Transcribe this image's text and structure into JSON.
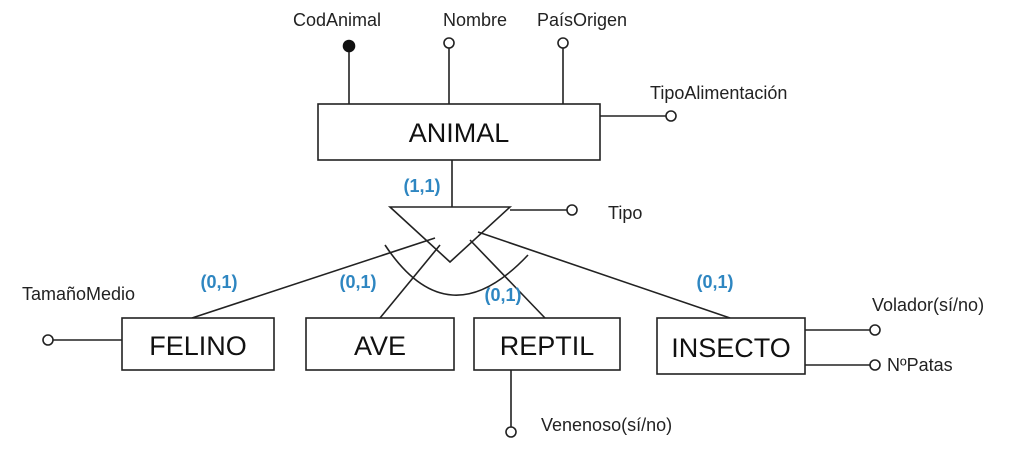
{
  "entities": {
    "animal": "ANIMAL",
    "felino": "FELINO",
    "ave": "AVE",
    "reptil": "REPTIL",
    "insecto": "INSECTO"
  },
  "attributes": {
    "cod_animal": "CodAnimal",
    "nombre": "Nombre",
    "pais_origen": "PaísOrigen",
    "tipo_alimentacion": "TipoAlimentación",
    "tipo": "Tipo",
    "tamano_medio": "TamañoMedio",
    "volador": "Volador(sí/no)",
    "num_patas": "NºPatas",
    "venenoso": "Venenoso(sí/no)"
  },
  "cardinalities": {
    "animal": "(1,1)",
    "felino": "(0,1)",
    "ave": "(0,1)",
    "reptil": "(0,1)",
    "insecto": "(0,1)"
  },
  "colors": {
    "cardinality": "#2e86c1",
    "line": "#222222"
  }
}
